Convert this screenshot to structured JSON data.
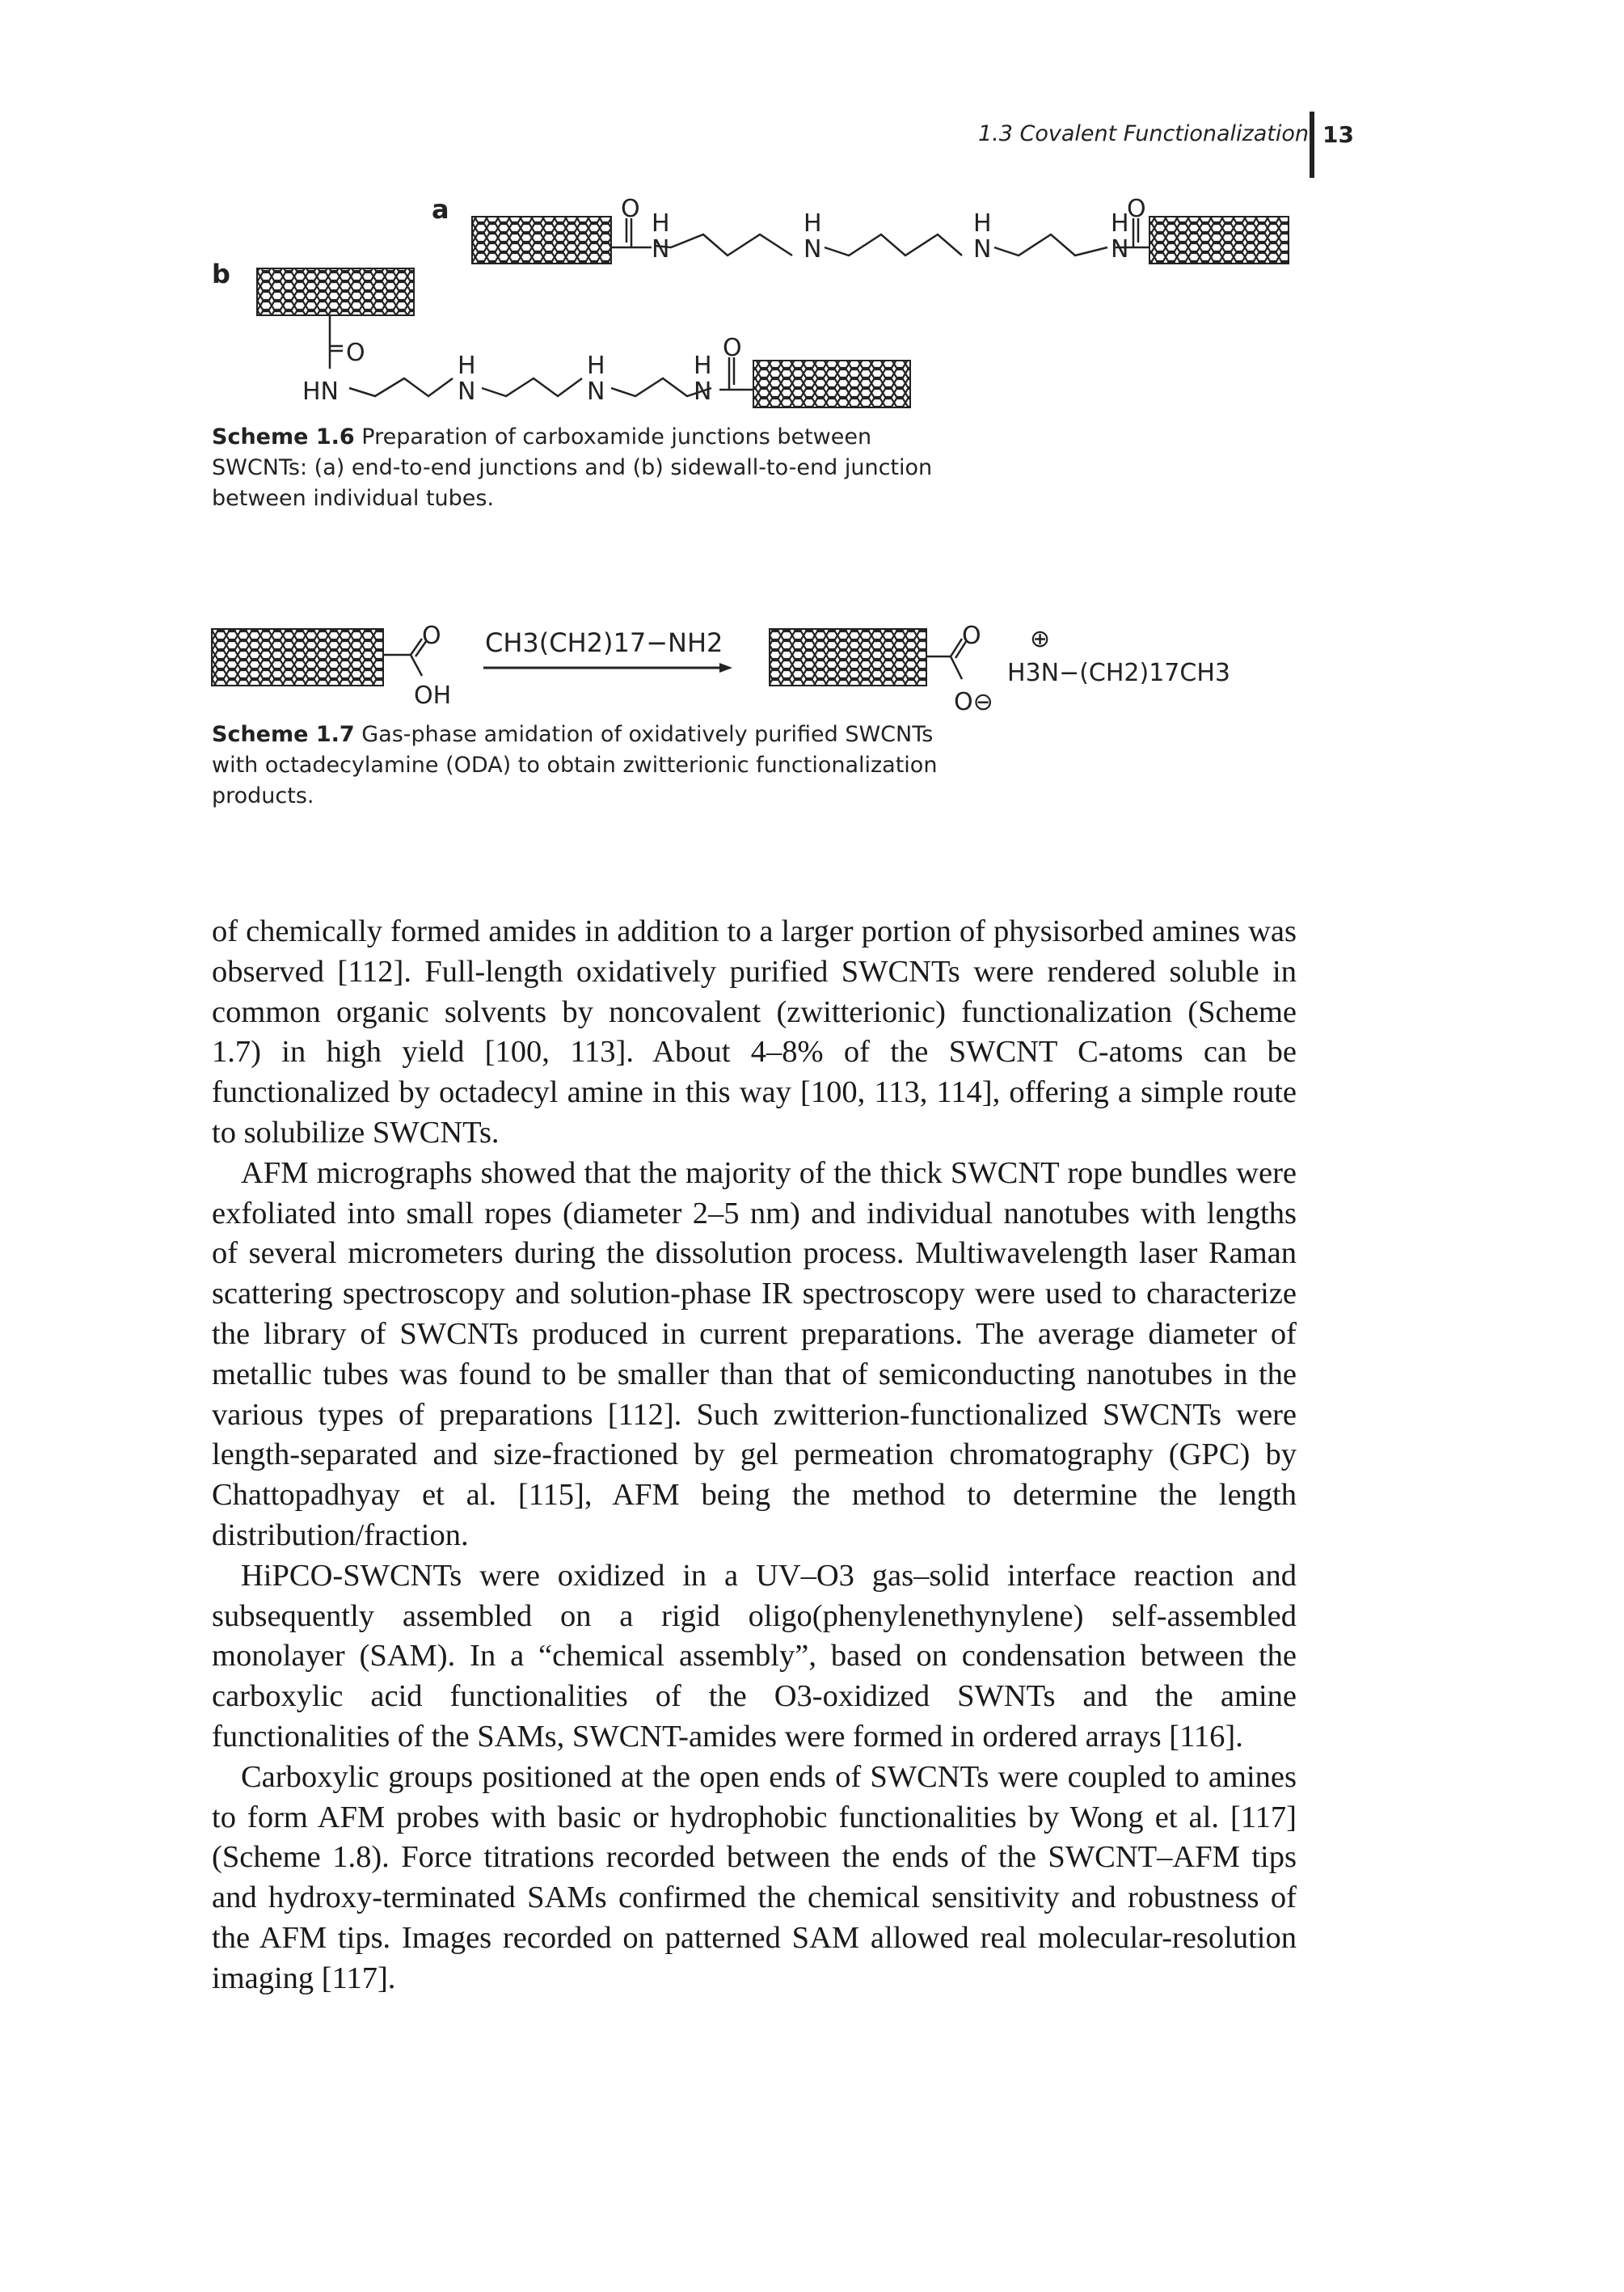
{
  "header": {
    "running_title": "1.3 Covalent Functionalization",
    "page_number": "13"
  },
  "scheme_1_6": {
    "panel_a": "a",
    "panel_b": "b",
    "atoms": {
      "o": "O",
      "h": "H",
      "n": "N",
      "hn": "HN"
    },
    "caption_label": "Scheme 1.6",
    "caption_text": "Preparation of carboxamide junctions between SWCNTs: (a) end-to-end junctions and (b) sidewall-to-end junction between individual tubes."
  },
  "scheme_1_7": {
    "reagent": "CH3(CH2)17−NH2",
    "acid_o": "O",
    "acid_oh": "OH",
    "product_o": "O",
    "product_o_minus": "O⊖",
    "cation_charge": "⊕",
    "ammonium": "H3N−(CH2)17CH3",
    "caption_label": "Scheme 1.7",
    "caption_text": "Gas-phase amidation of oxidatively purified SWCNTs with octadecylamine (ODA) to obtain zwitterionic functionalization products."
  },
  "paragraphs": [
    "of chemically formed amides in addition to a larger portion of physisorbed amines was observed [112]. Full-length oxidatively purified SWCNTs were rendered soluble in common organic solvents by noncovalent (zwitterionic) functionalization (Scheme 1.7) in high yield [100, 113]. About 4–8% of the SWCNT C-atoms can be functionalized by octadecyl amine in this way [100, 113, 114], offering a simple route to solubilize SWCNTs.",
    "AFM micrographs showed that the majority of the thick SWCNT rope bundles were exfoliated into small ropes (diameter 2–5 nm) and individual nanotubes with lengths of several micrometers during the dissolution process. Multiwavelength laser Raman scattering spectroscopy and solution-phase IR spectroscopy were used to characterize the library of SWCNTs produced in current preparations. The average diameter of metallic tubes was found to be smaller than that of semiconducting nanotubes in the various types of preparations [112]. Such zwitterion-functionalized SWCNTs were length-separated and size-fractioned by gel permeation chromatography (GPC) by Chattopadhyay et al. [115], AFM being the method to determine the length distribution/fraction.",
    "HiPCO-SWCNTs were oxidized in a UV–O3 gas–solid interface reaction and subsequently assembled on a rigid oligo(phenylenethynylene) self-assembled monolayer (SAM). In a “chemical assembly”, based on condensation between the carboxylic acid functionalities of the O3-oxidized SWNTs and the amine functionalities of the SAMs, SWCNT-amides were formed in ordered arrays [116].",
    "Carboxylic groups positioned at the open ends of SWCNTs were coupled to amines to form AFM probes with basic or hydrophobic functionalities by Wong et al. [117] (Scheme 1.8). Force titrations recorded between the ends of the SWCNT–AFM tips and hydroxy-terminated SAMs confirmed the chemical sensitivity and robustness of the AFM tips. Images recorded on patterned SAM allowed real molecular-resolution imaging [117]."
  ]
}
